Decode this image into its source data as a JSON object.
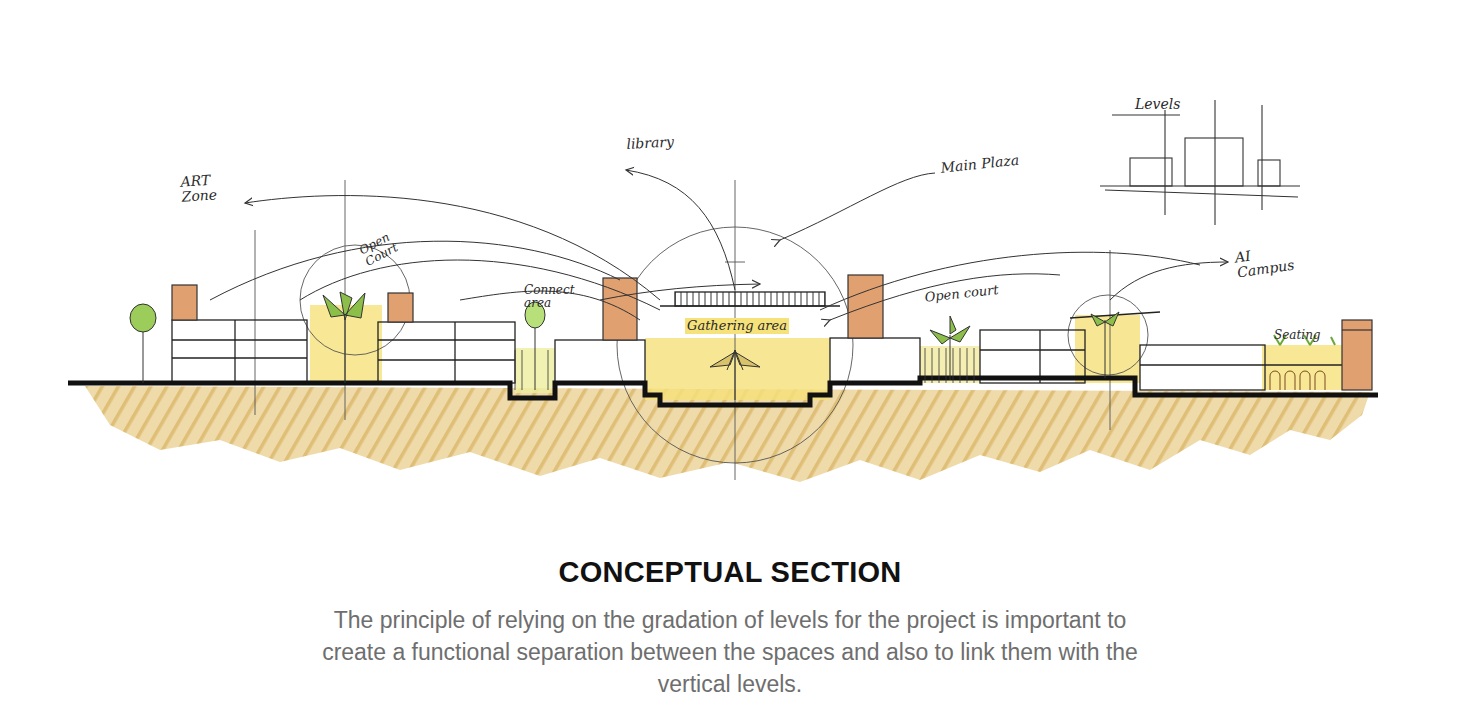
{
  "diagram": {
    "title": "CONCEPTUAL SECTION",
    "caption": "The principle of relying on the gradation of levels for the project is important to create a functional separation between the spaces and also to link them with the vertical levels.",
    "labels": [
      "ART Zone",
      "library",
      "Main Plaza",
      "Levels",
      "Open Court",
      "Connect area",
      "Gathering area",
      "Open court",
      "AI Campus",
      "Seating"
    ]
  }
}
